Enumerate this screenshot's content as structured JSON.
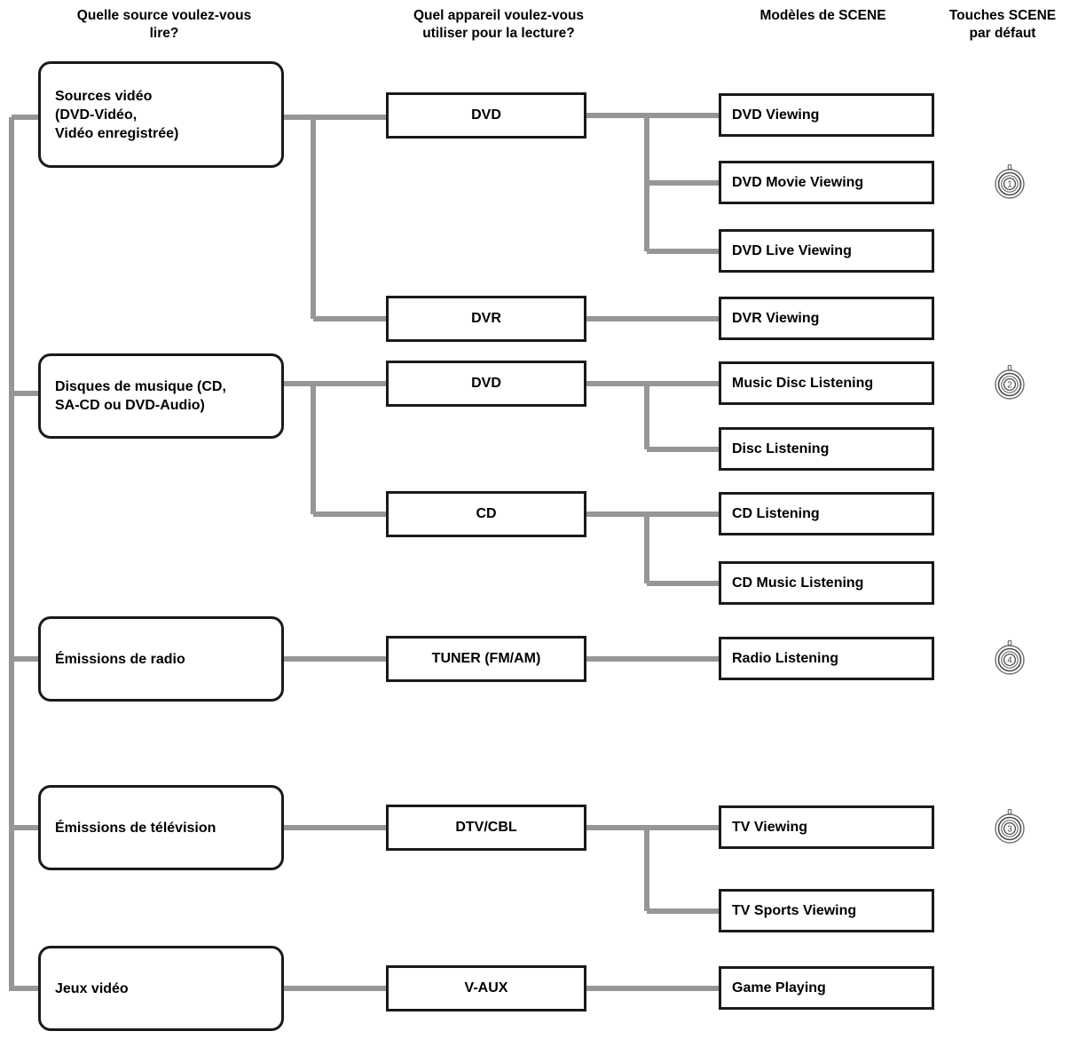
{
  "diagram": {
    "title": "SCENE selection flow",
    "line_color": "#969696",
    "box_border_color": "#1a1a1a",
    "text_color": "#000000"
  },
  "headers": {
    "source": "Quelle source voulez-vous\nlire?",
    "device": "Quel appareil voulez-vous\nutiliser pour la lecture?",
    "scene": "Modèles de SCENE",
    "keys": "Touches SCENE\npar défaut"
  },
  "sources": [
    {
      "id": "video",
      "label": "Sources vidéo\n(DVD-Vidéo,\nVidéo enregistrée)"
    },
    {
      "id": "music",
      "label": "Disques de musique (CD,\nSA-CD ou DVD-Audio)"
    },
    {
      "id": "radio",
      "label": "Émissions de radio"
    },
    {
      "id": "tv",
      "label": "Émissions de télévision"
    },
    {
      "id": "games",
      "label": "Jeux vidéo"
    }
  ],
  "devices": [
    {
      "id": "dvd-video",
      "label": "DVD"
    },
    {
      "id": "dvr",
      "label": "DVR"
    },
    {
      "id": "dvd-music",
      "label": "DVD"
    },
    {
      "id": "cd",
      "label": "CD"
    },
    {
      "id": "tuner",
      "label": "TUNER (FM/AM)"
    },
    {
      "id": "dtv-cbl",
      "label": "DTV/CBL"
    },
    {
      "id": "v-aux",
      "label": "V-AUX"
    }
  ],
  "scenes": [
    {
      "id": "dvd-viewing",
      "label": "DVD Viewing"
    },
    {
      "id": "dvd-movie-viewing",
      "label": "DVD Movie Viewing"
    },
    {
      "id": "dvd-live-viewing",
      "label": "DVD Live Viewing"
    },
    {
      "id": "dvr-viewing",
      "label": "DVR Viewing"
    },
    {
      "id": "music-disc-listening",
      "label": "Music Disc Listening"
    },
    {
      "id": "disc-listening",
      "label": "Disc Listening"
    },
    {
      "id": "cd-listening",
      "label": "CD Listening"
    },
    {
      "id": "cd-music-listening",
      "label": "CD Music Listening"
    },
    {
      "id": "radio-listening",
      "label": "Radio Listening"
    },
    {
      "id": "tv-viewing",
      "label": "TV Viewing"
    },
    {
      "id": "tv-sports-viewing",
      "label": "TV Sports Viewing"
    },
    {
      "id": "game-playing",
      "label": "Game Playing"
    }
  ],
  "scene_keys": [
    {
      "id": "key-1",
      "number": "1",
      "for_scene": "dvd-movie-viewing"
    },
    {
      "id": "key-2",
      "number": "2",
      "for_scene": "music-disc-listening"
    },
    {
      "id": "key-4",
      "number": "4",
      "for_scene": "radio-listening"
    },
    {
      "id": "key-3",
      "number": "3",
      "for_scene": "tv-viewing"
    }
  ]
}
